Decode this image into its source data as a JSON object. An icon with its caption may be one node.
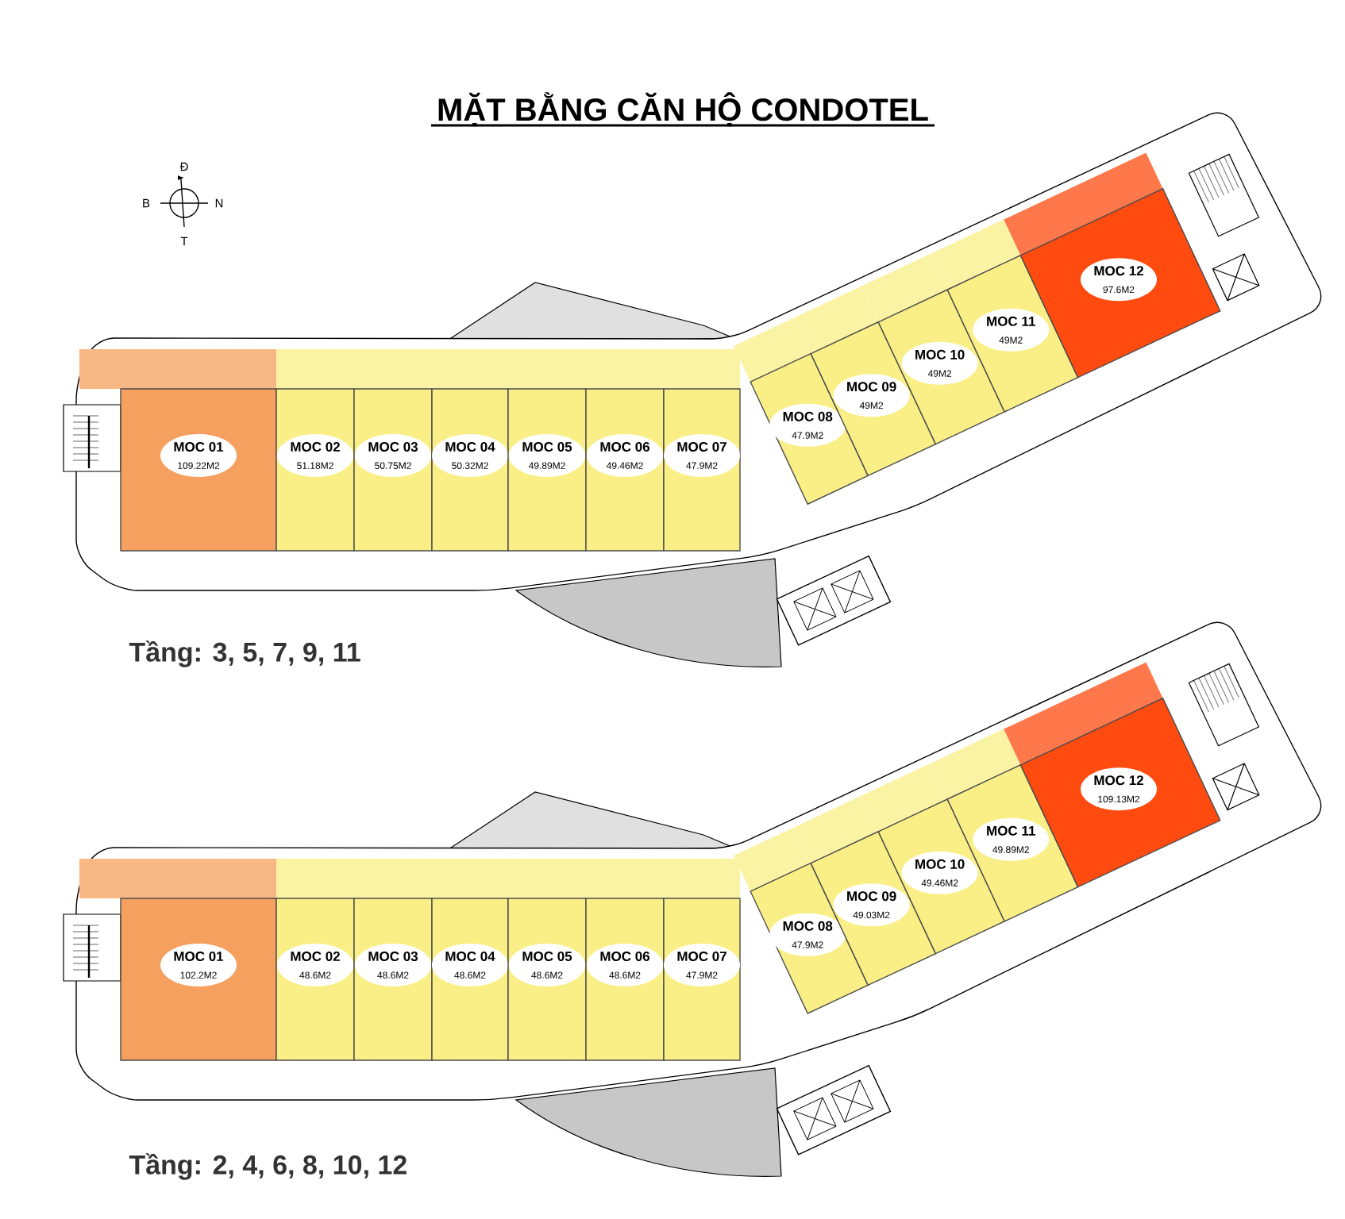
{
  "diagram": {
    "title": "MẶT BẰNG CĂN HỘ CONDOTEL",
    "nodes": [
      {
        "text": [
          "MOC 01",
          "109.22M2"
        ]
      },
      {
        "text": [
          "MOC 02",
          "51.18M2"
        ]
      },
      {
        "text": [
          "MOC 03",
          "50.75M2"
        ]
      },
      {
        "text": [
          "MOC 04",
          "50.32M2"
        ]
      },
      {
        "text": [
          "MOC 05",
          "49.89M2"
        ]
      },
      {
        "text": [
          "MOC 06",
          "49.46M2"
        ]
      },
      {
        "text": [
          "MOC 07",
          "47.9M2"
        ]
      },
      {
        "text": [
          "MOC 08",
          "47.9M2"
        ]
      },
      {
        "text": [
          "MOC 09",
          "49M2"
        ]
      },
      {
        "text": [
          "MOC 10",
          "49M2"
        ]
      },
      {
        "text": [
          "MOC 11",
          "49M2"
        ]
      },
      {
        "text": [
          "MOC 12",
          "97.6M2"
        ]
      },
      {
        "text": [
          "MOC 01",
          "102.2M2"
        ]
      },
      {
        "text": [
          "MOC 02",
          "48.6M2"
        ]
      },
      {
        "text": [
          "MOC 03",
          "48.6M2"
        ]
      },
      {
        "text": [
          "MOC 04",
          "48.6M2"
        ]
      },
      {
        "text": [
          "MOC 05",
          "48.6M2"
        ]
      },
      {
        "text": [
          "MOC 06",
          "48.6M2"
        ]
      },
      {
        "text": [
          "MOC 07",
          "47.9M2"
        ]
      },
      {
        "text": [
          "MOC 08",
          "47.9M2"
        ]
      },
      {
        "text": [
          "MOC 09",
          "49.03M2"
        ]
      },
      {
        "text": [
          "MOC 10",
          "49.46M2"
        ]
      },
      {
        "text": [
          "MOC 11",
          "49.89M2"
        ]
      },
      {
        "text": [
          "MOC 12",
          "109.13M2"
        ]
      }
    ],
    "labels": [
      "Đ",
      "B",
      "N",
      "T",
      "Tầng: 3, 5, 7, 9, 11",
      "Tầng: 2, 4, 6, 8, 10, 12"
    ]
  }
}
